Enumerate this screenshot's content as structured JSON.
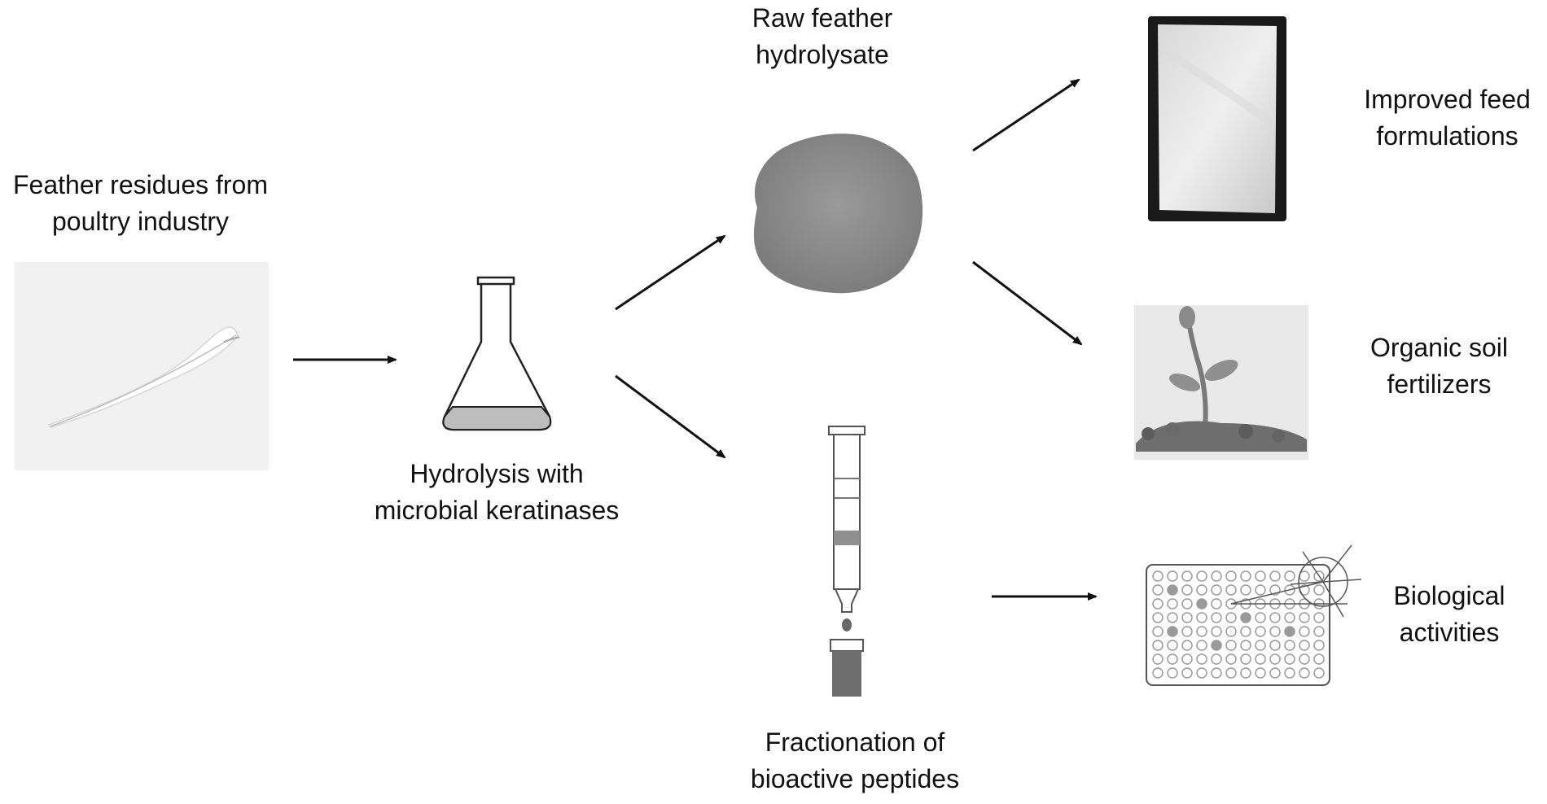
{
  "nodes": {
    "feathers": {
      "line1": "Feather residues from",
      "line2": "poultry industry"
    },
    "hydrolysis": {
      "line1": "Hydrolysis with",
      "line2": "microbial keratinases"
    },
    "raw": {
      "line1": "Raw feather",
      "line2": "hydrolysate"
    },
    "fraction": {
      "line1": "Fractionation of",
      "line2": "bioactive peptides"
    },
    "feed": {
      "line1": "Improved feed",
      "line2": "formulations"
    },
    "soil": {
      "line1": "Organic soil",
      "line2": "fertilizers"
    },
    "bio": {
      "line1": "Biological",
      "line2": "activities"
    }
  },
  "colors": {
    "line": "#111111",
    "liquid": "#bdbdbd",
    "powder": "#8a8a8a",
    "band": "#8f8f8f"
  },
  "icons": [
    "feather-icon",
    "flask-icon",
    "powder-pile-icon",
    "feed-bag-icon",
    "seedling-soil-icon",
    "chromatography-column-icon",
    "well-plate-icon"
  ]
}
